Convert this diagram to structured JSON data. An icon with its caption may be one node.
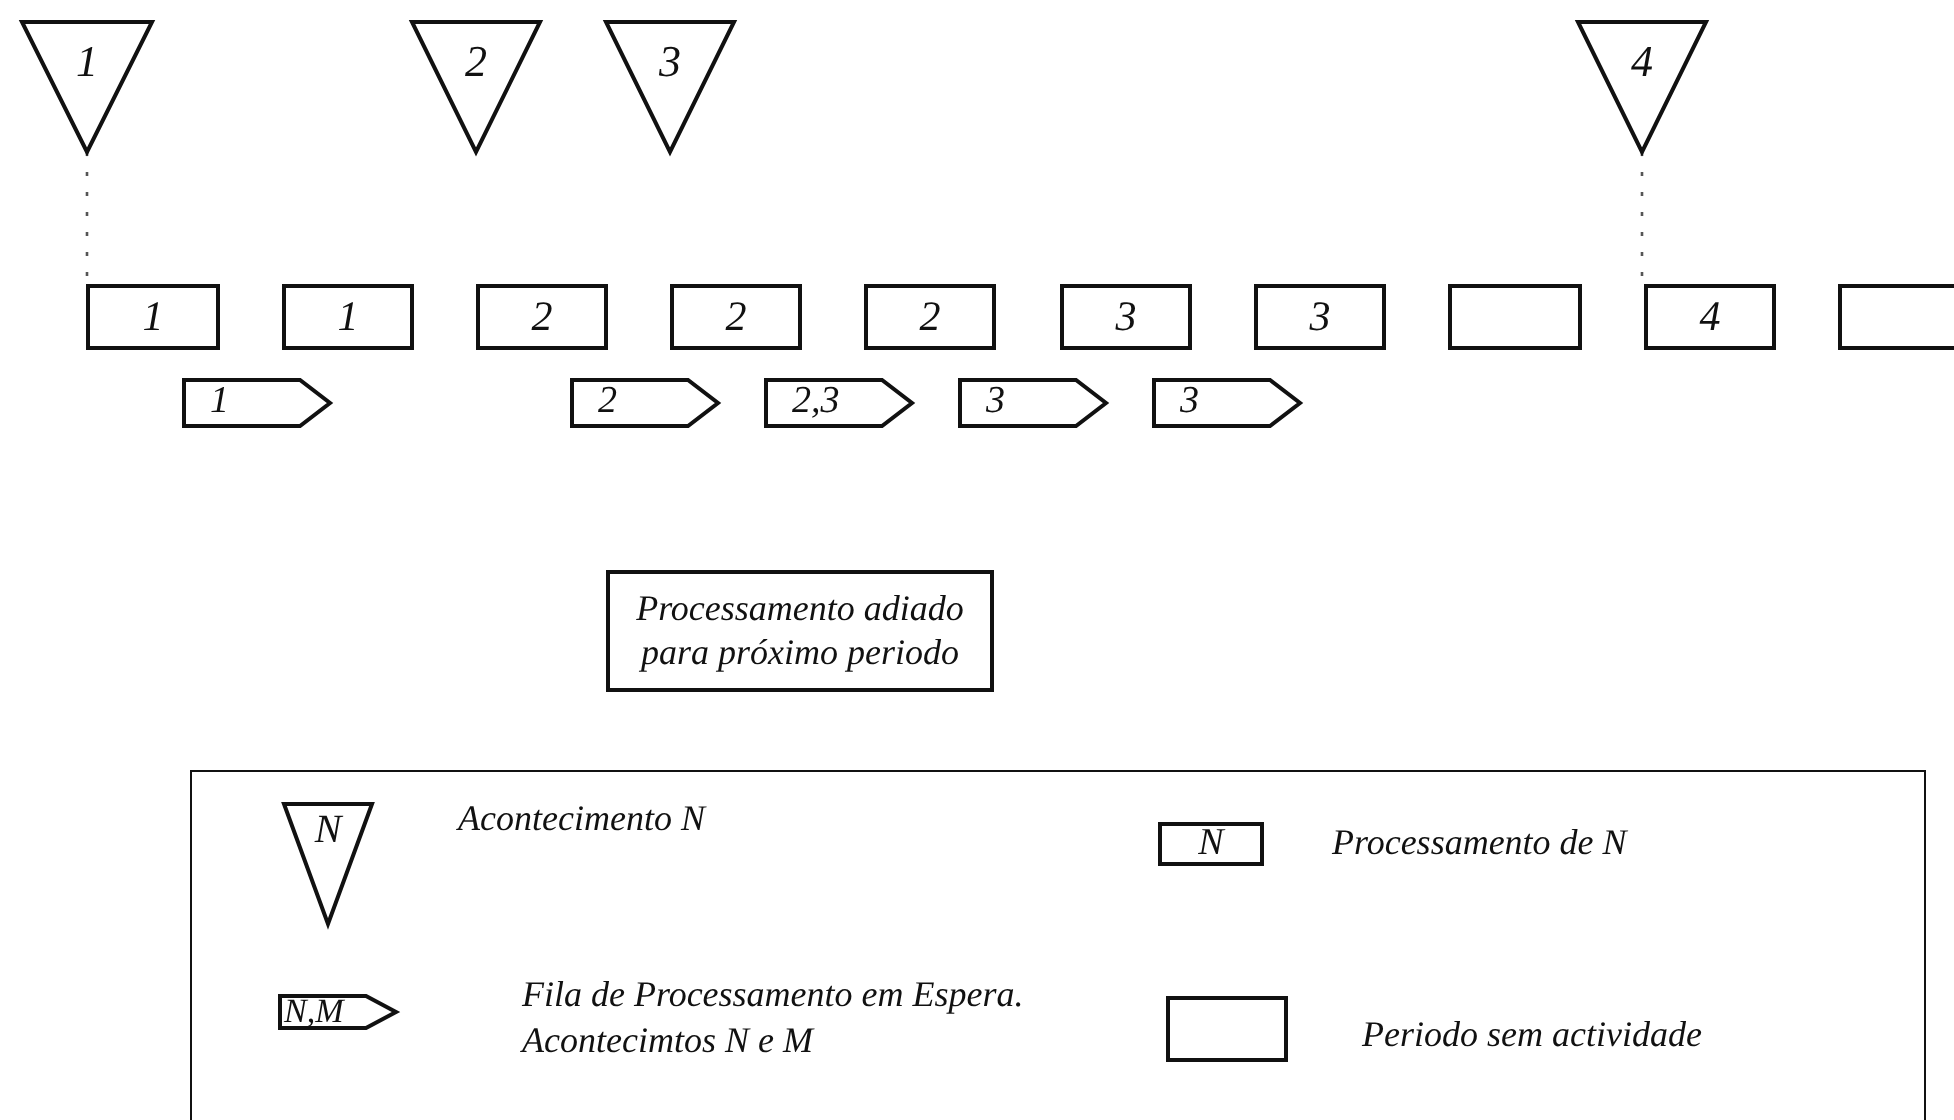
{
  "diagram": {
    "nodes": [
      {
        "text": [
          "1"
        ]
      },
      {
        "text": [
          "2"
        ]
      },
      {
        "text": [
          "3"
        ]
      },
      {
        "text": [
          "4"
        ]
      },
      {
        "text": [
          "1"
        ]
      },
      {
        "text": [
          "1"
        ]
      },
      {
        "text": [
          "2"
        ]
      },
      {
        "text": [
          "2"
        ]
      },
      {
        "text": [
          "2"
        ]
      },
      {
        "text": [
          "3"
        ]
      },
      {
        "text": [
          "3"
        ]
      },
      {
        "text": [],
        "shape": "box"
      },
      {
        "text": [
          "4"
        ]
      },
      {
        "text": [],
        "shape": "box"
      },
      {
        "text": [
          "1"
        ]
      },
      {
        "text": [
          "2"
        ]
      },
      {
        "text": [
          "2,3"
        ]
      },
      {
        "text": [
          "3"
        ]
      },
      {
        "text": [
          "3"
        ]
      },
      {
        "text": [
          "Processamento adiado para próximo periodo"
        ]
      },
      {
        "text": [],
        "shape": "box"
      },
      {
        "text": [
          "N"
        ],
        "beside": [
          "Acontecimento N"
        ],
        "in": 20
      },
      {
        "text": [
          "N"
        ],
        "beside": [
          "Processamento de N"
        ],
        "in": 20
      },
      {
        "text": [
          "N,M"
        ],
        "beside": [
          "Fila de Processamento em Espera. Acontecimtos N e M"
        ],
        "in": 20
      },
      {
        "text": [],
        "shape": "box",
        "beside": [
          "Periodo sem actividade"
        ],
        "in": 20
      }
    ],
    "edges": [
      {
        "from": 0,
        "to": 4,
        "arrow": "none",
        "style": "dashed"
      },
      {
        "from": 3,
        "to": 12,
        "arrow": "none",
        "style": "dashed"
      }
    ]
  }
}
